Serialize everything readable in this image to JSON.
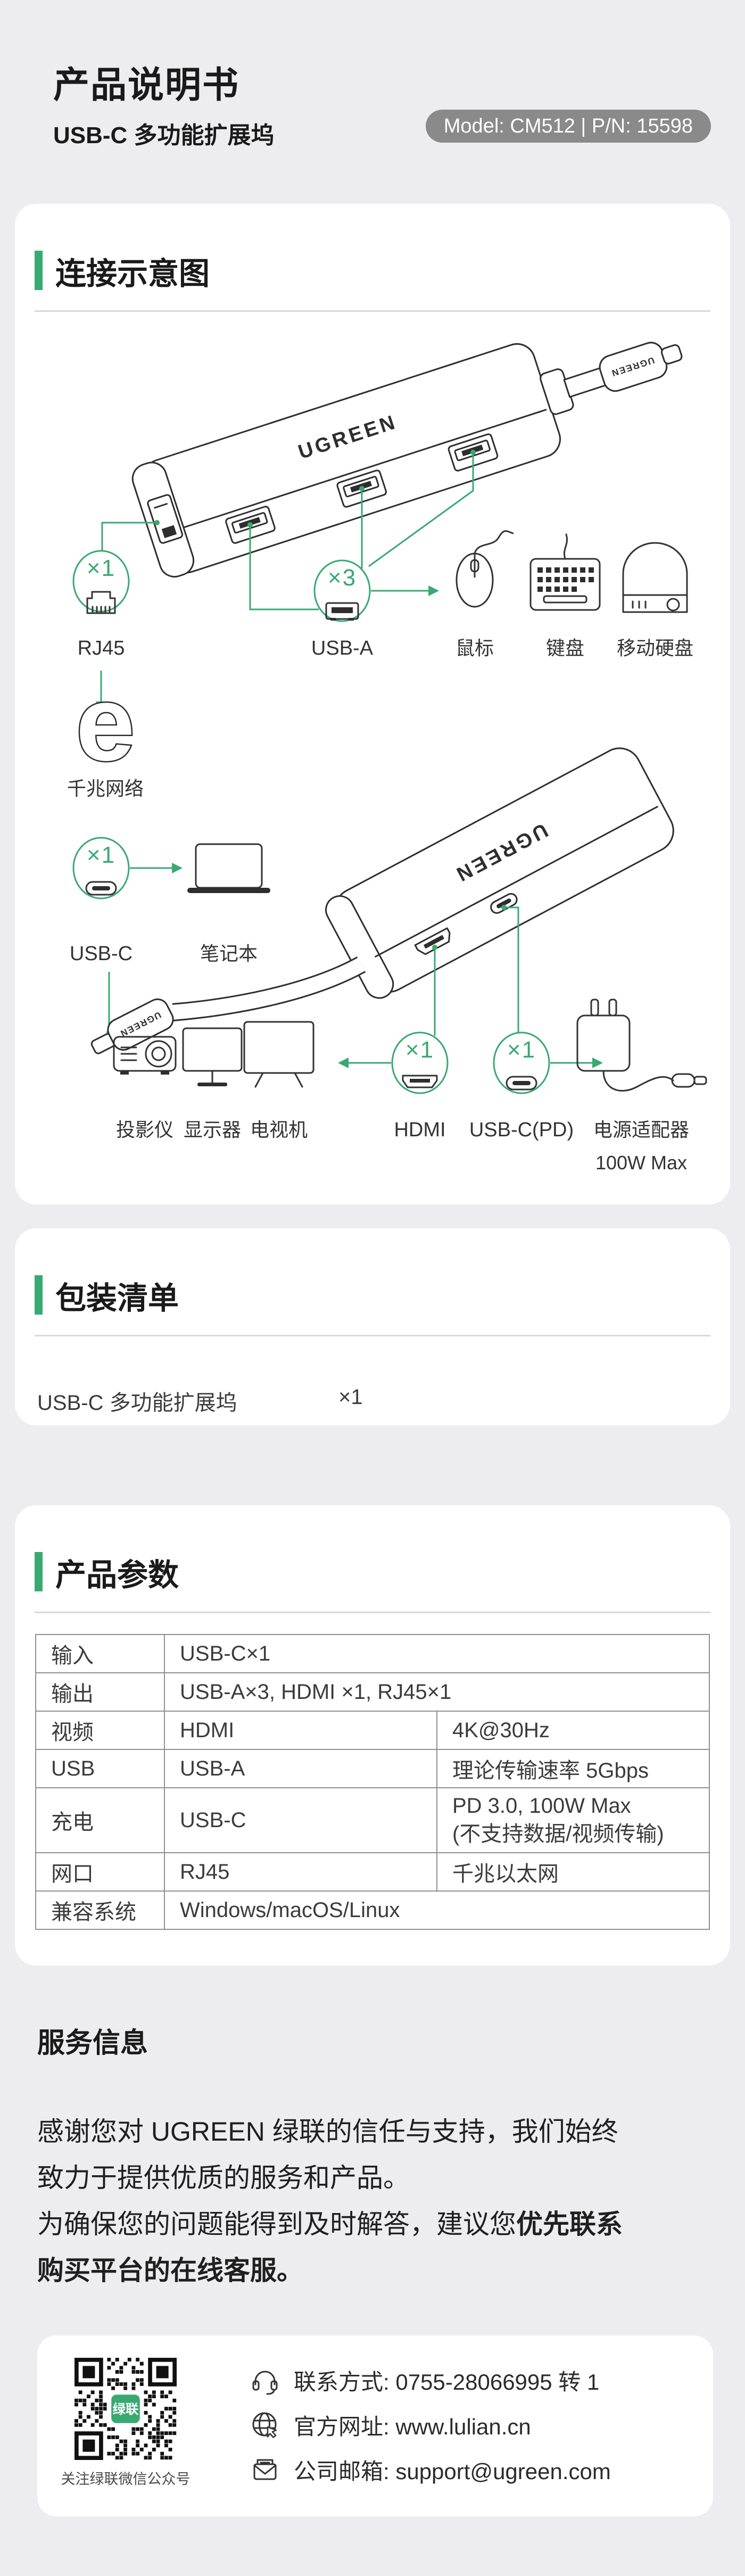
{
  "page": {
    "background": "#EDEDEF",
    "accent": "#39A972",
    "card_color": "#FFFFFF",
    "badge_color": "#8A8A8A"
  },
  "header": {
    "title": "产品说明书",
    "subtitle": "USB-C 多功能扩展坞",
    "model_badge": "Model: CM512 | P/N: 15598"
  },
  "diagram": {
    "title": "连接示意图",
    "device_brand": "UGREEN",
    "top": {
      "rj45_count": "×1",
      "rj45_label": "RJ45",
      "usba_count": "×3",
      "usba_label": "USB-A",
      "mouse": "鼠标",
      "keyboard": "键盘",
      "hdd": "移动硬盘",
      "ethernet_glyph": "e",
      "ethernet_label": "千兆网络"
    },
    "bottom": {
      "usbc_count": "×1",
      "usbc_label": "USB-C",
      "laptop": "笔记本",
      "projector": "投影仪",
      "monitor": "显示器",
      "tv": "电视机",
      "hdmi_count": "×1",
      "hdmi_label": "HDMI",
      "pd_count": "×1",
      "pd_label": "USB-C(PD)",
      "adapter_label": "电源适配器",
      "adapter_power": "100W Max"
    }
  },
  "packing": {
    "title": "包装清单",
    "item": "USB-C 多功能扩展坞",
    "quantity": "×1"
  },
  "specs": {
    "title": "产品参数",
    "rows": [
      {
        "label": "输入",
        "value": "USB-C×1"
      },
      {
        "label": "输出",
        "value": "USB-A×3, HDMI ×1, RJ45×1"
      },
      {
        "label": "视频",
        "col2": "HDMI",
        "col3": "4K@30Hz"
      },
      {
        "label": "USB",
        "col2": "USB-A",
        "col3": "理论传输速率 5Gbps"
      },
      {
        "label": "充电",
        "col2": "USB-C",
        "col3_line1": "PD 3.0, 100W Max",
        "col3_line2": "(不支持数据/视频传输)"
      },
      {
        "label": "网口",
        "col2": "RJ45",
        "col3": "千兆以太网"
      },
      {
        "label": "兼容系统",
        "value": "Windows/macOS/Linux"
      }
    ]
  },
  "service": {
    "title": "服务信息",
    "lines": [
      {
        "normal": "感谢您对 UGREEN 绿联的信任与支持，我们始终",
        "bold": ""
      },
      {
        "normal": "致力于提供优质的服务和产品。",
        "bold": ""
      },
      {
        "normal": "为确保您的问题能得到及时解答，建议您",
        "bold": "优先联系"
      },
      {
        "normal": "",
        "bold": "购买平台的在线客服。"
      }
    ],
    "qr_caption": "关注绿联微信公众号",
    "qr_logo": "绿联",
    "contacts": [
      {
        "icon": "headset-icon",
        "text": "联系方式: 0755-28066995 转 1"
      },
      {
        "icon": "globe-icon",
        "text": "官方网址: www.lulian.cn"
      },
      {
        "icon": "mail-icon",
        "text": "公司邮箱: support@ugreen.com"
      }
    ]
  }
}
